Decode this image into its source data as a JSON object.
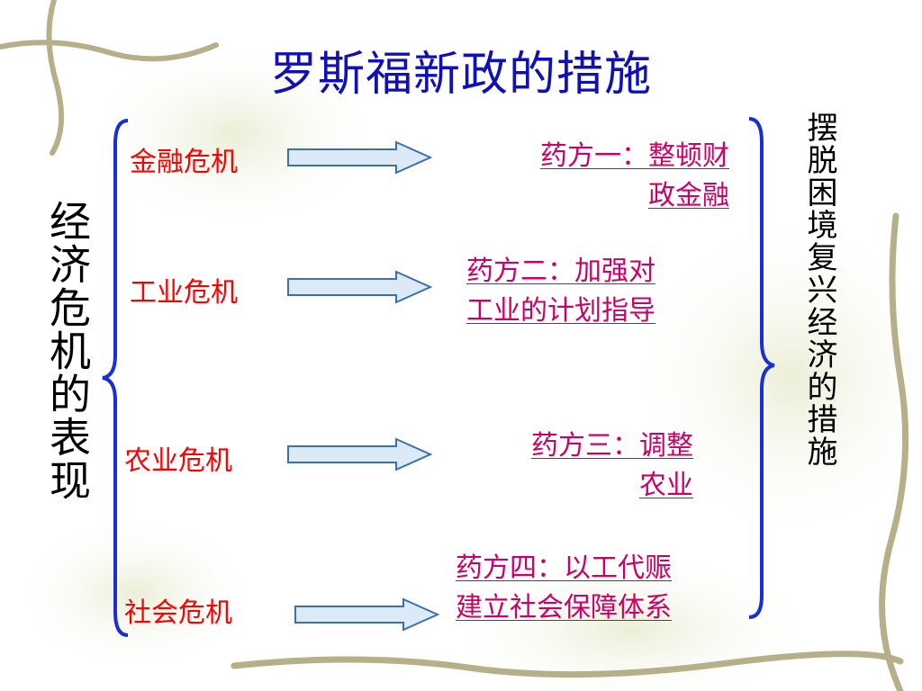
{
  "title": "罗斯福新政的措施",
  "left_label": "经济危机的表现",
  "right_label": "摆脱困境复兴经济的措施",
  "rows": [
    {
      "crisis": "金融危机",
      "remedy_line1": "药方一：整顿财",
      "remedy_line2": "政金融"
    },
    {
      "crisis": "工业危机",
      "remedy_line1": "药方二：加强对",
      "remedy_line2": "工业的计划指导"
    },
    {
      "crisis": "农业危机",
      "remedy_line1": "药方三：调整",
      "remedy_line2": "农业"
    },
    {
      "crisis": "社会危机",
      "remedy_line1": "药方四：以工代赈",
      "remedy_line2": "建立社会保障体系"
    }
  ],
  "colors": {
    "title": "#1010b8",
    "crisis_text": "#ff0000",
    "remedy_text": "#cc0066",
    "brace": "#1a2fd0",
    "arrow_fill": "#dce9f7",
    "arrow_stroke": "#3a6fb0"
  }
}
